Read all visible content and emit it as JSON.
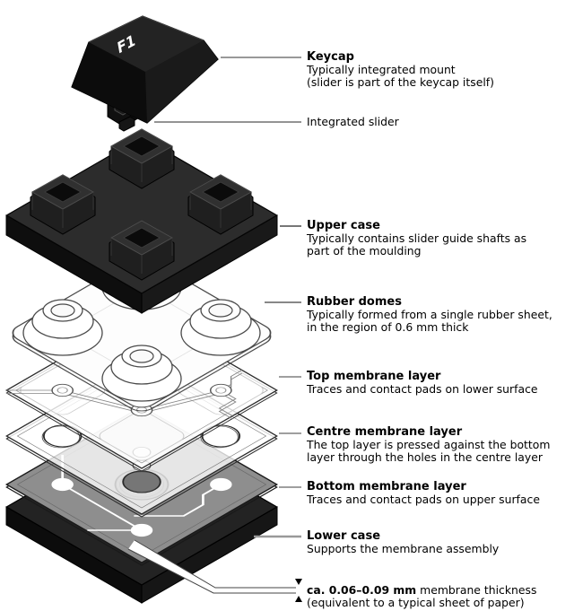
{
  "diagram": {
    "keycap_glyph": "F1",
    "labels": [
      {
        "title": "Keycap",
        "lines": [
          "Typically integrated mount",
          "(slider is part of the keycap itself)"
        ]
      },
      {
        "title": "",
        "lines": [
          "Integrated slider"
        ]
      },
      {
        "title": "Upper case",
        "lines": [
          "Typically contains slider guide shafts as",
          "part of the moulding"
        ]
      },
      {
        "title": "Rubber domes",
        "lines": [
          "Typically formed from a single rubber sheet,",
          "in the region of 0.6 mm thick"
        ]
      },
      {
        "title": "Top membrane layer",
        "lines": [
          "Traces and contact pads on lower surface"
        ]
      },
      {
        "title": "Centre membrane layer",
        "lines": [
          "The top layer is pressed against the bottom",
          "layer through the holes in the centre layer"
        ]
      },
      {
        "title": "Bottom membrane layer",
        "lines": [
          "Traces and contact pads on upper surface"
        ]
      },
      {
        "title": "Lower case",
        "lines": [
          "Supports the membrane assembly"
        ]
      },
      {
        "bold_text": "ca. 0.06–0.09 mm",
        "normal_text": " membrane thickness",
        "lines": [
          "(equivalent to a typical sheet of paper)"
        ]
      }
    ],
    "colors": {
      "background": "#ffffff",
      "dark_plastic": "#1d1d1d",
      "membrane_gray": "#8e8e8e",
      "leader_line": "#888888",
      "text": "#000000"
    }
  }
}
